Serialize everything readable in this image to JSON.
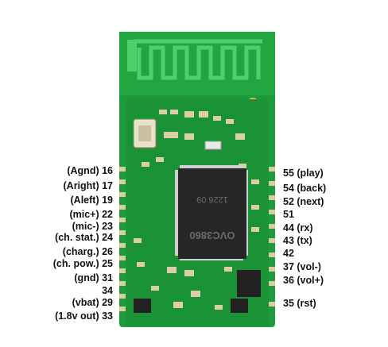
{
  "left_pins": [
    {
      "label": "(Agnd) 16"
    },
    {
      "label": "(Aright) 17"
    },
    {
      "label": "(Aleft) 19"
    },
    {
      "label": "(mic+) 22"
    },
    {
      "label": "(mic-) 23"
    },
    {
      "label": "(ch. stat.) 24"
    },
    {
      "label": "(charg.) 26"
    },
    {
      "label": "(ch. pow.) 25"
    },
    {
      "label": "(gnd) 31"
    },
    {
      "label": "34"
    },
    {
      "label": "(vbat) 29"
    },
    {
      "label": "(1.8v out) 33"
    }
  ],
  "right_pins": [
    {
      "label": "55 (play)"
    },
    {
      "label": "54 (back)"
    },
    {
      "label": "52 (next)"
    },
    {
      "label": "51"
    },
    {
      "label": "44 (rx)"
    },
    {
      "label": "43 (tx)"
    },
    {
      "label": "42"
    },
    {
      "label": "37 (vol-)"
    },
    {
      "label": "36 (vol+)"
    },
    {
      "label": "35 (rst)"
    }
  ],
  "chip": {
    "line1": "1226 09",
    "line2": "OVC3860"
  },
  "colors": {
    "pcb": "#1f9a3a",
    "pcb_dark": "#137a2b",
    "antenna": "#3fc25c",
    "chip": "#222222",
    "pad": "#d8cfa0"
  }
}
